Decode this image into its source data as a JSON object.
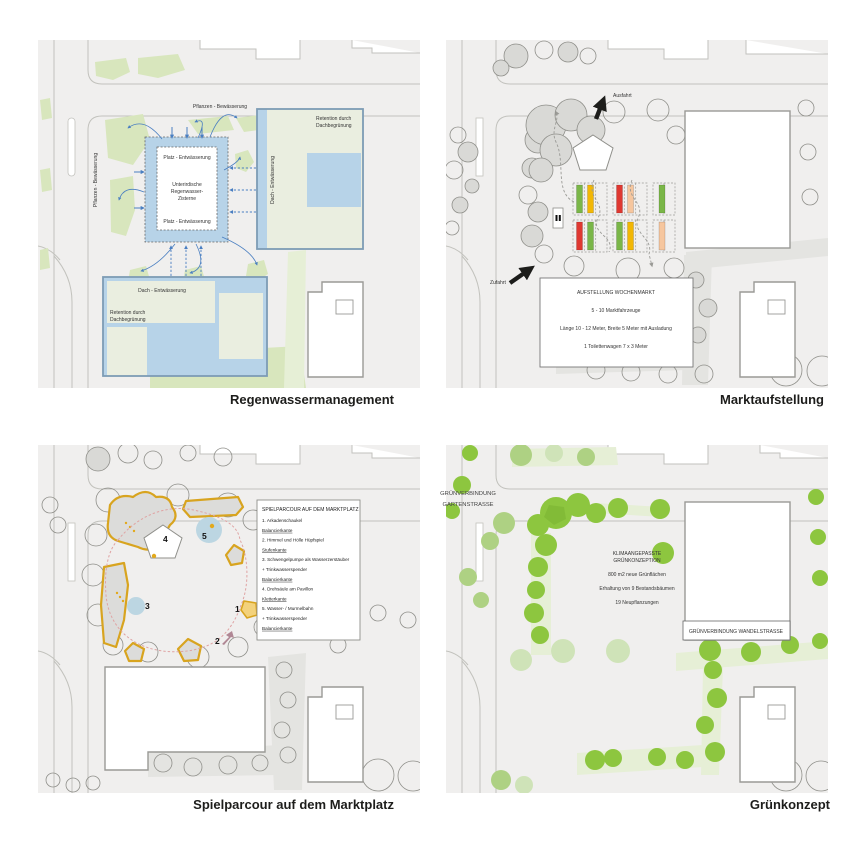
{
  "palette": {
    "bg": "#f0efee",
    "street": "#c2c2bd",
    "green_patch": "#d8e6bd",
    "green_path": "#e6efd6",
    "tree_strong": "#8dc63f",
    "tree_medium": "#aed183",
    "tree_light": "#cfe3b8",
    "tree_gray": "#d9d9d6",
    "outline_gray": "#8f8f8a",
    "water": "#b7d3e8",
    "water_border": "#7d9cb5",
    "roof_beige": "#eaeee0",
    "building_border": "#9a9a96",
    "arrow_blue": "#4a7fc1",
    "play_yellow": "#d8a41f",
    "play_blue": "#bcd6e2",
    "path_pink": "#dfa3a3",
    "ink": "#1d1d1b"
  },
  "panels": {
    "regenwasser": {
      "caption": "Regenwassermanagement",
      "labels": {
        "pflanzen_top": "Pflanzen - Bewässerung",
        "pflanzen_left": "Pflanzen - Bewässerung",
        "platz_top": "Platz - Entwässerung",
        "platz_bottom": "Platz - Entwässerung",
        "zisterne": [
          "Unterirdische",
          "Regenwasser-",
          "Zisterne"
        ],
        "dach_right": "Dach - Entwässerung",
        "dach_bottom": "Dach - Entwässerung",
        "retention_right": [
          "Retention durch",
          "Dachbegrünung"
        ],
        "retention_bottom": [
          "Retention durch",
          "Dachbegrünung"
        ]
      }
    },
    "markt": {
      "caption": "Marktaufstellung",
      "labels": {
        "ausfahrt": "Ausfahrt",
        "zufahrt": "Zufahrt"
      },
      "infobox": [
        "AUFSTELLUNG WOCHENMARKT",
        "5 - 10 Marktfahrzeuge",
        "Länge 10 - 12 Meter, Breite 5 Meter mit Ausladung",
        "1 Toilettenwagen 7 x 3 Meter"
      ],
      "stalls": {
        "r1g1": [
          "#7ab648",
          "#f2b705"
        ],
        "r1g2": [
          "#df3831",
          "#f6c69e"
        ],
        "r1g3": [
          "#7ab648"
        ],
        "r2g1": [
          "#df3831",
          "#7ab648"
        ],
        "r2g2": [
          "#7ab648",
          "#f2b705"
        ],
        "r2g3": [
          "#f6c69e"
        ]
      }
    },
    "spielparcour": {
      "caption": "Spielparcour auf dem Marktplatz",
      "legend": [
        "SPIELPARCOUR AUF DEM MARKTPLATZ",
        "1. Arkadenschaukel",
        "Balancierkante",
        "2. Himmel und Hölle Hüpfspiel",
        "Stufenkante",
        "3. Schwengelpumpe als Wasserzerstäuber",
        "+ Trinkwasserspender",
        "Balancierkante",
        "4. Drehsäule am Pavillon",
        "Kletterkante",
        "5. Wasser- / Murmelbahn",
        "+ Trinkwasserspender",
        "Balancierkante"
      ],
      "markers": [
        "1",
        "2",
        "3",
        "4",
        "5"
      ]
    },
    "gruen": {
      "caption": "Grünkonzept",
      "gartenstrasse": [
        "GRÜNVERBINDUNG",
        "GARTENSTRASSE"
      ],
      "wandelstrasse": "GRÜNVERBINDUNG WANDELSTRASSE",
      "konzept": [
        "KLIMAANGEPASSTE",
        "GRÜNKONZEPTION",
        "800 m2 neue Grünflächen",
        "Erhaltung von 9 Bestandsbäumen",
        "19 Neupflanzungen"
      ]
    }
  }
}
